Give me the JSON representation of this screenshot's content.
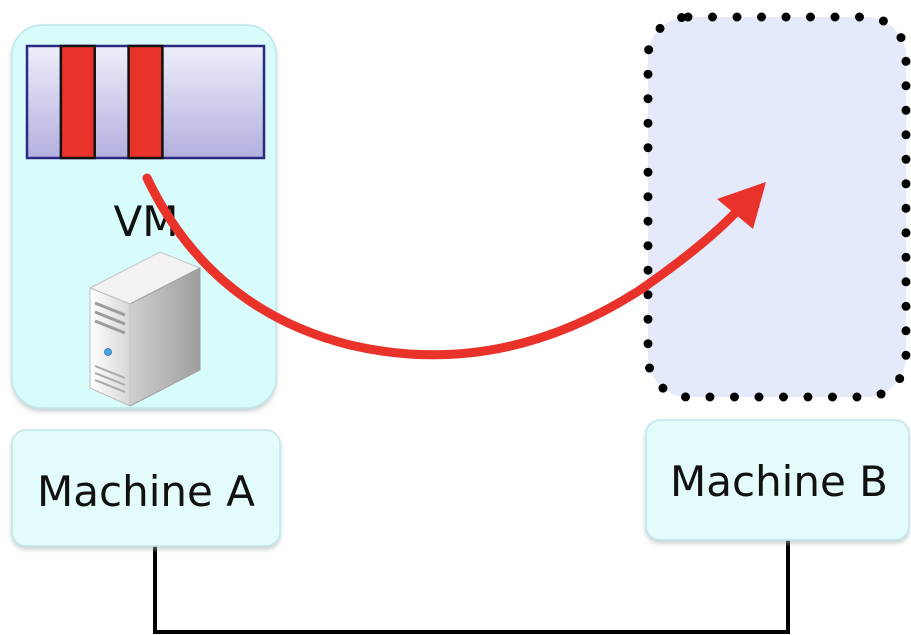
{
  "vm": {
    "label": "VM",
    "memory_pages": {
      "total": 7,
      "dirty": [
        1,
        3
      ]
    }
  },
  "machine_a": {
    "label": "Machine A"
  },
  "machine_b": {
    "label": "Machine B"
  },
  "icons": {
    "server": "server-tower-icon",
    "migration_arrow": "migration-arrow-icon"
  },
  "colors": {
    "vm_box_fill": "#d8fbfc",
    "machine_box_fill": "#e4fbfb",
    "memory_bar_fill": "#c6c4ea",
    "dirty_page": "#e8322a",
    "arrow": "#e8322a",
    "target_fill": "#e4eaf9",
    "target_border": "#000000",
    "network_line": "#000000"
  }
}
